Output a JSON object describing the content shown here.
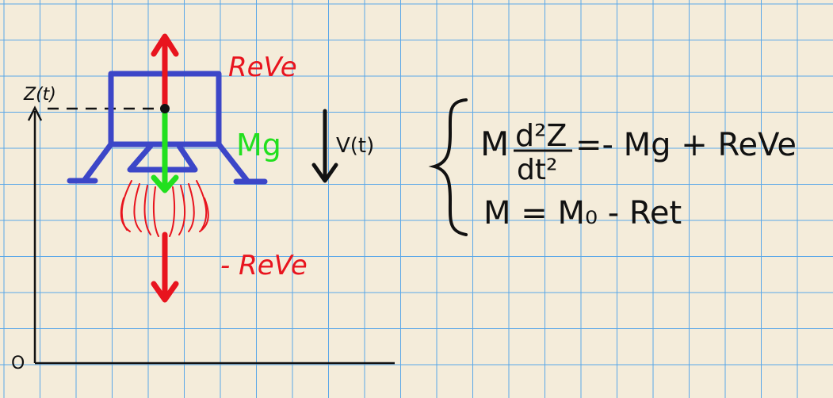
{
  "colors": {
    "paper": "#f4ecda",
    "grid": "#5aa7e8",
    "structure": "#3c46c8",
    "thrust": "#e8141e",
    "gravity": "#22e01e",
    "ink": "#111111"
  },
  "axes": {
    "y_label": "Z(t)",
    "origin_label": "O"
  },
  "forces": {
    "thrust_up": "ReVe",
    "thrust_down": "- ReVe",
    "gravity": "Mg",
    "velocity": "V(t)"
  },
  "equations": {
    "eq1_lhs_coeff": "M",
    "eq1_num": "d²Z",
    "eq1_den": "dt²",
    "eq1_rhs": "=- Mg + ReVe",
    "eq2": "M = M₀ - Ret"
  }
}
